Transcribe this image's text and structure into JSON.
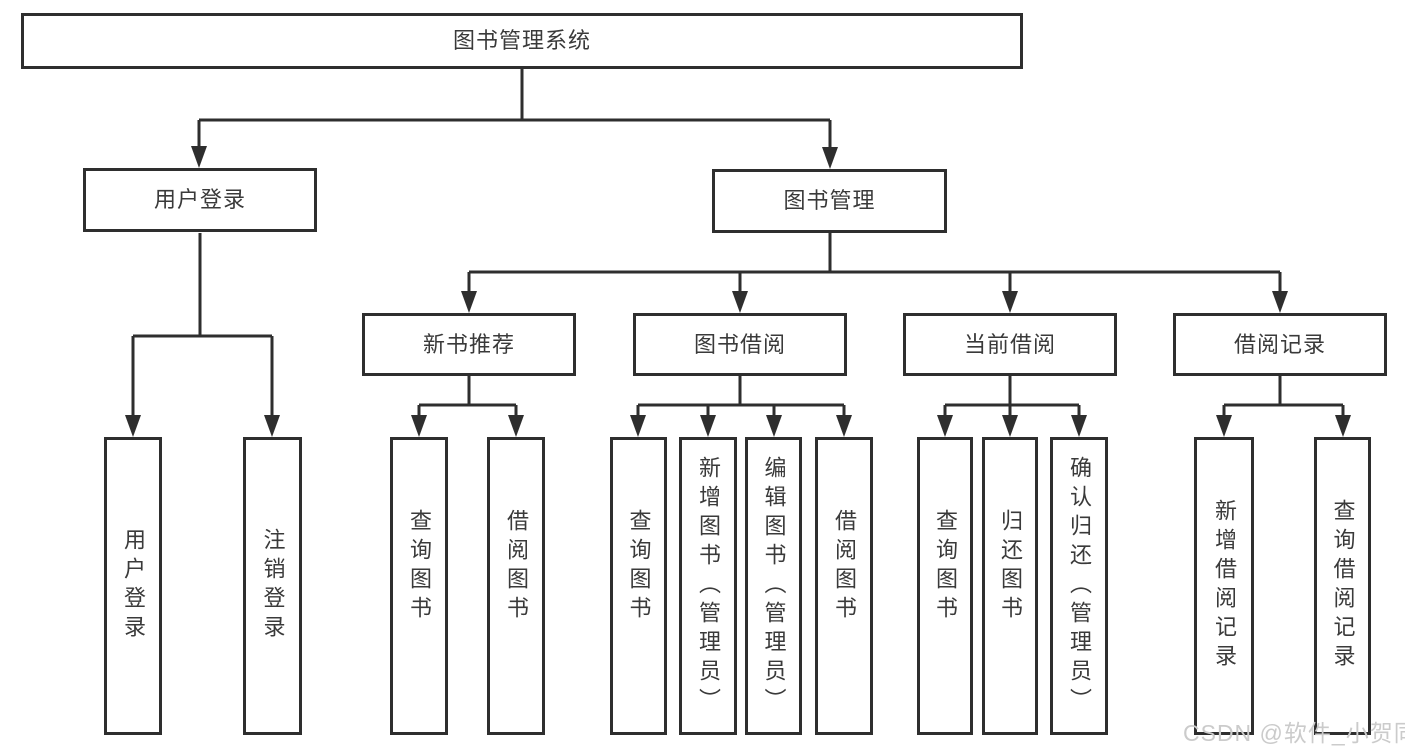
{
  "diagram": {
    "type": "hierarchy-tree",
    "colors": {
      "line": "#2e2e2e",
      "text": "#3a3a3a",
      "background": "#ffffff"
    },
    "tree": {
      "root": {
        "label": "图书管理系统"
      },
      "children": [
        {
          "label": "用户登录",
          "children": [
            {
              "label": "用户登录"
            },
            {
              "label": "注销登录"
            }
          ]
        },
        {
          "label": "图书管理",
          "children": [
            {
              "label": "新书推荐",
              "children": [
                {
                  "label": "查询图书"
                },
                {
                  "label": "借阅图书"
                }
              ]
            },
            {
              "label": "图书借阅",
              "children": [
                {
                  "label": "查询图书"
                },
                {
                  "label": "新增图书（管理员）"
                },
                {
                  "label": "编辑图书（管理员）"
                },
                {
                  "label": "借阅图书"
                }
              ]
            },
            {
              "label": "当前借阅",
              "children": [
                {
                  "label": "查询图书"
                },
                {
                  "label": "归还图书"
                },
                {
                  "label": "确认归还（管理员）"
                }
              ]
            },
            {
              "label": "借阅记录",
              "children": [
                {
                  "label": "新增借阅记录"
                },
                {
                  "label": "查询借阅记录"
                }
              ]
            }
          ]
        }
      ]
    }
  },
  "watermark": {
    "text": "CSDN @软件_小贺同学"
  }
}
